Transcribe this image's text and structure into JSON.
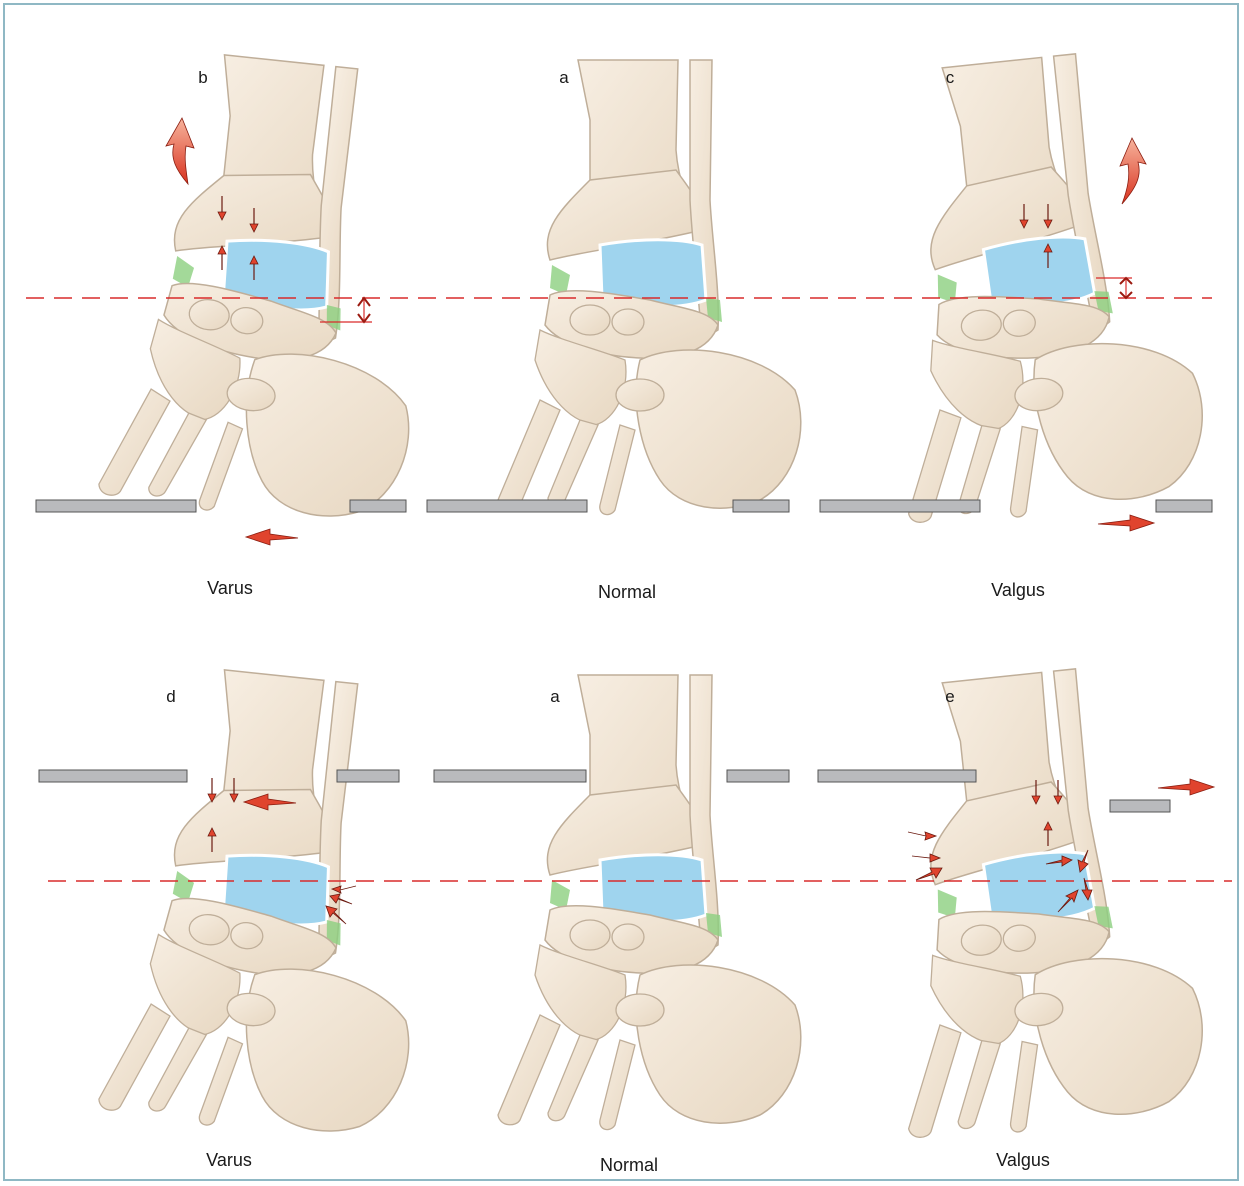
{
  "figure": {
    "panels": [
      {
        "letter": "b",
        "caption": "Varus"
      },
      {
        "letter": "a",
        "caption": "Normal"
      },
      {
        "letter": "c",
        "caption": "Valgus"
      },
      {
        "letter": "d",
        "caption": "Varus"
      },
      {
        "letter": "a",
        "caption": "Normal"
      },
      {
        "letter": "e",
        "caption": "Valgus"
      }
    ]
  },
  "colors": {
    "bone": "#f1e6d6",
    "bone_outline": "#bfae99",
    "cartilage": "#9fd4ee",
    "ligament": "#8ccf7f",
    "arrow": "#e0442e",
    "reference_line": "#d92b2b",
    "ground_plate": "#b9babd",
    "frame": "#8fb8c4"
  }
}
